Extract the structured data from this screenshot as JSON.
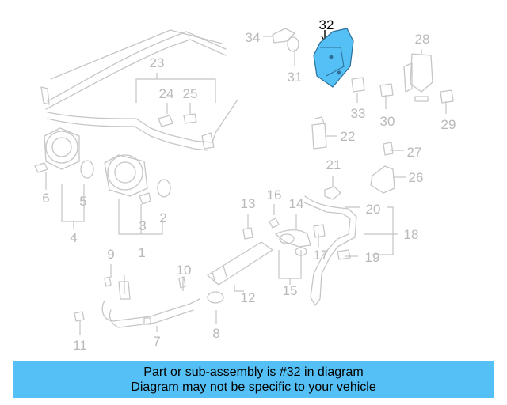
{
  "diagram": {
    "callouts": [
      "1",
      "2",
      "3",
      "4",
      "5",
      "6",
      "7",
      "8",
      "9",
      "10",
      "11",
      "12",
      "13",
      "14",
      "15",
      "16",
      "17",
      "18",
      "19",
      "20",
      "21",
      "22",
      "23",
      "24",
      "25",
      "26",
      "27",
      "28",
      "29",
      "30",
      "31",
      "32",
      "33",
      "34"
    ],
    "highlighted": "32"
  },
  "banner": {
    "line1": "Part or sub-assembly is #32 in diagram",
    "line2": "Diagram may not be specific to your vehicle"
  },
  "colors": {
    "banner": "#55c0f5",
    "highlight_part": "#55c0f5",
    "lines": "#c6c6c6"
  }
}
